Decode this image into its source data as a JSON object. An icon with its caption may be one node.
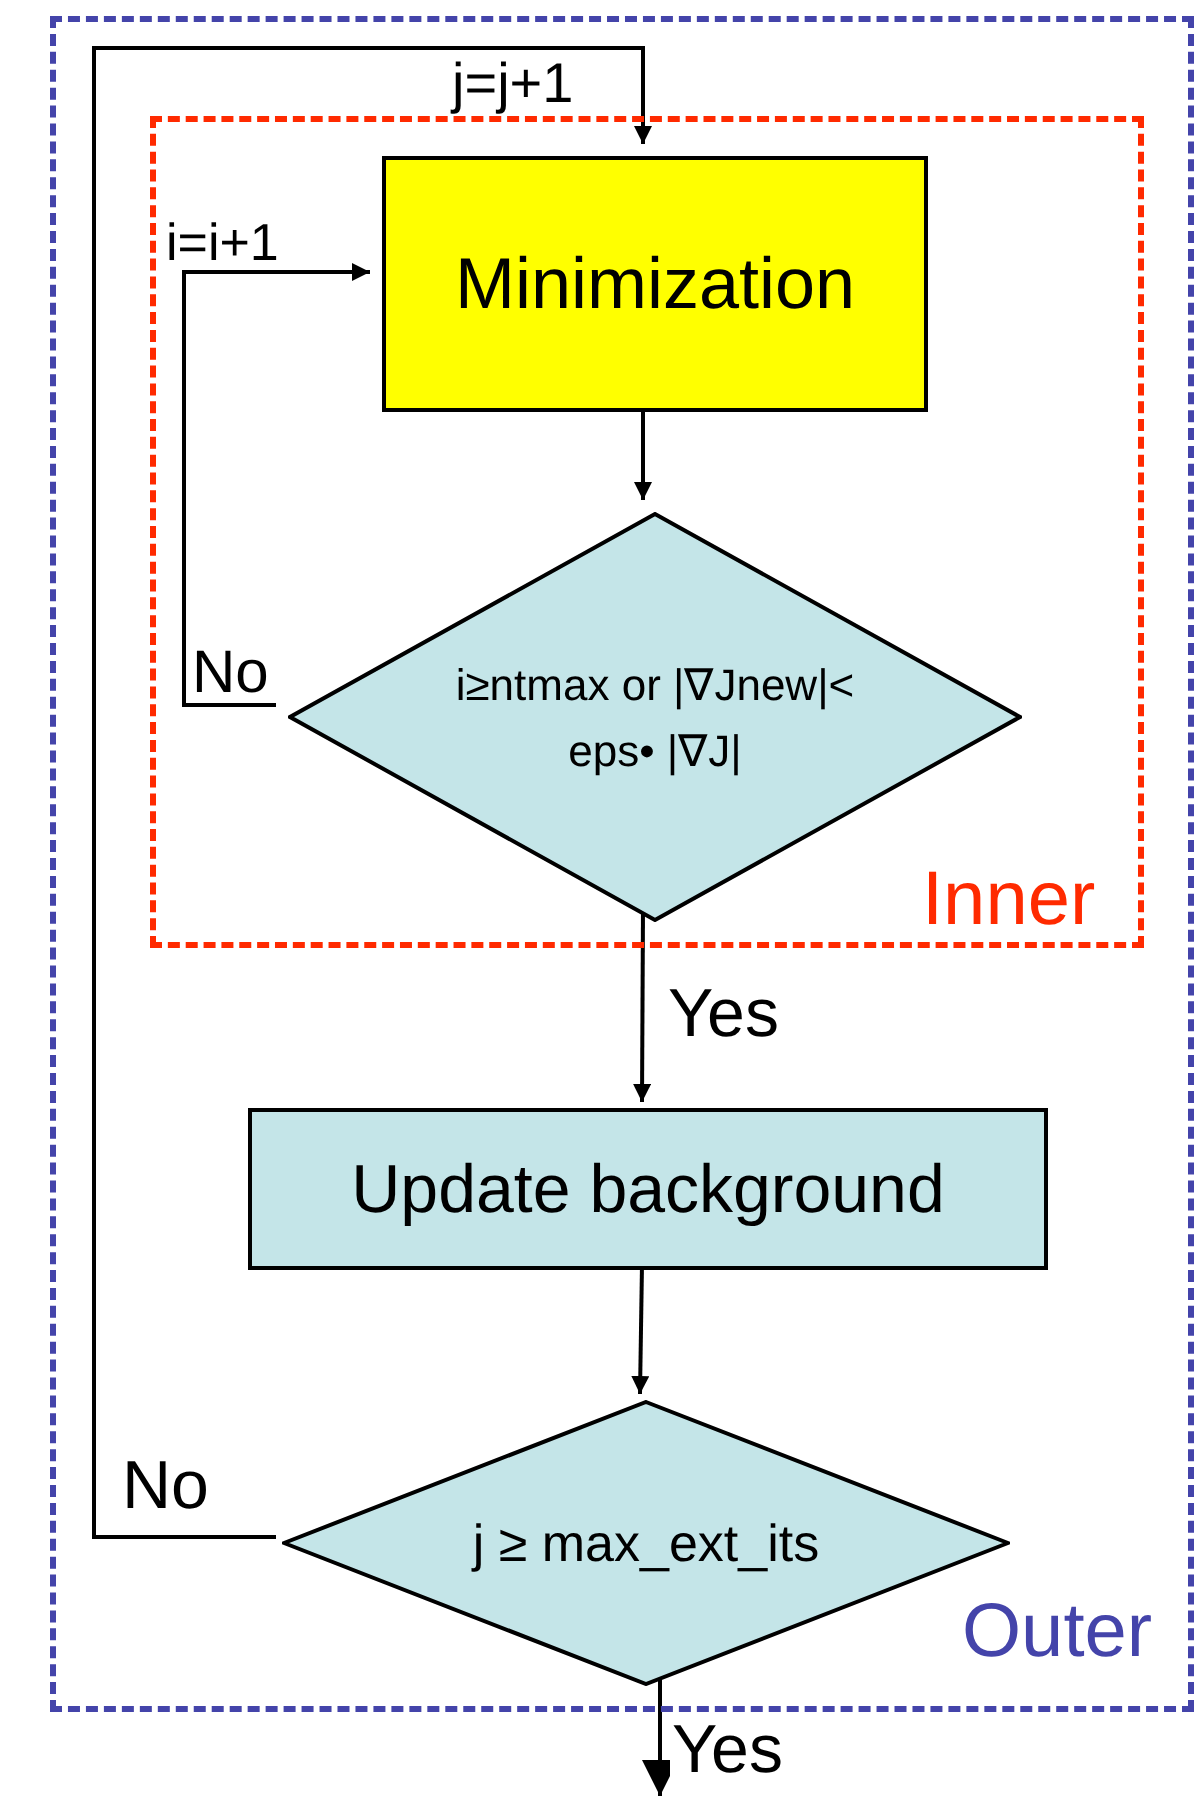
{
  "diagram": {
    "nodes": [
      {
        "text": [
          "Outer"
        ]
      },
      {
        "text": [
          "Inner"
        ],
        "in": 0
      },
      {
        "text": [
          "Minimization"
        ],
        "in": 1
      },
      {
        "text": [
          "i≥ntmax or |∇Jnew|< eps• |∇J|"
        ],
        "in": 1
      },
      {
        "text": [
          "Update background"
        ],
        "in": 0
      },
      {
        "text": [
          "j ≥ max_ext_its"
        ],
        "in": 0
      }
    ],
    "edges": [
      {
        "from": 2,
        "to": 3,
        "arrow": "to"
      },
      {
        "from": 3,
        "to": 2,
        "arrow": "to",
        "label": "i=i+1"
      },
      {
        "from": 3,
        "to": 4,
        "arrow": "to",
        "label": "Yes"
      },
      {
        "from": 4,
        "to": 5,
        "arrow": "to"
      },
      {
        "from": 5,
        "to": 2,
        "arrow": "to",
        "label": "j=j+1"
      },
      {
        "from": 5,
        "to": null,
        "arrow": "to",
        "label": "Yes"
      }
    ],
    "labels": [
      "No",
      "No"
    ]
  }
}
